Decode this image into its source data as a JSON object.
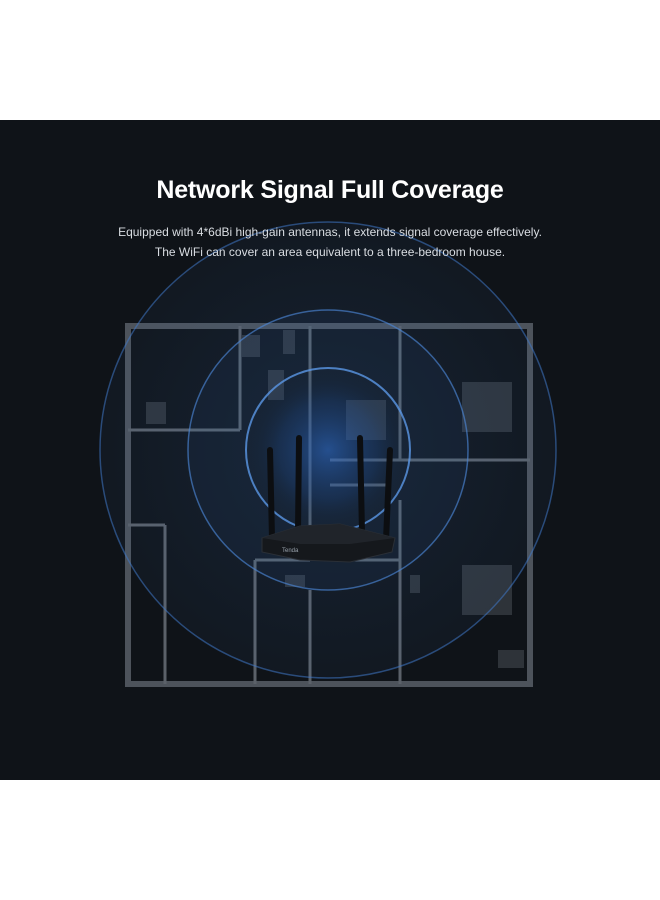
{
  "headline": "Network Signal Full Coverage",
  "description": {
    "line1": "Equipped with 4*6dBi high-gain antennas, it extends signal coverage effectively.",
    "line2": "The WiFi can cover an area equivalent to a three-bedroom house."
  },
  "router": {
    "brand_label": "Tenda"
  },
  "colors": {
    "background": "#0f1318",
    "headline": "#ffffff",
    "body_text": "#d9dde2",
    "signal_ring": "#3f78c8",
    "floor_plan_wall": "#5b6169"
  },
  "icons": [
    "router-icon",
    "wifi-signal-rings-icon",
    "floor-plan-illustration"
  ]
}
